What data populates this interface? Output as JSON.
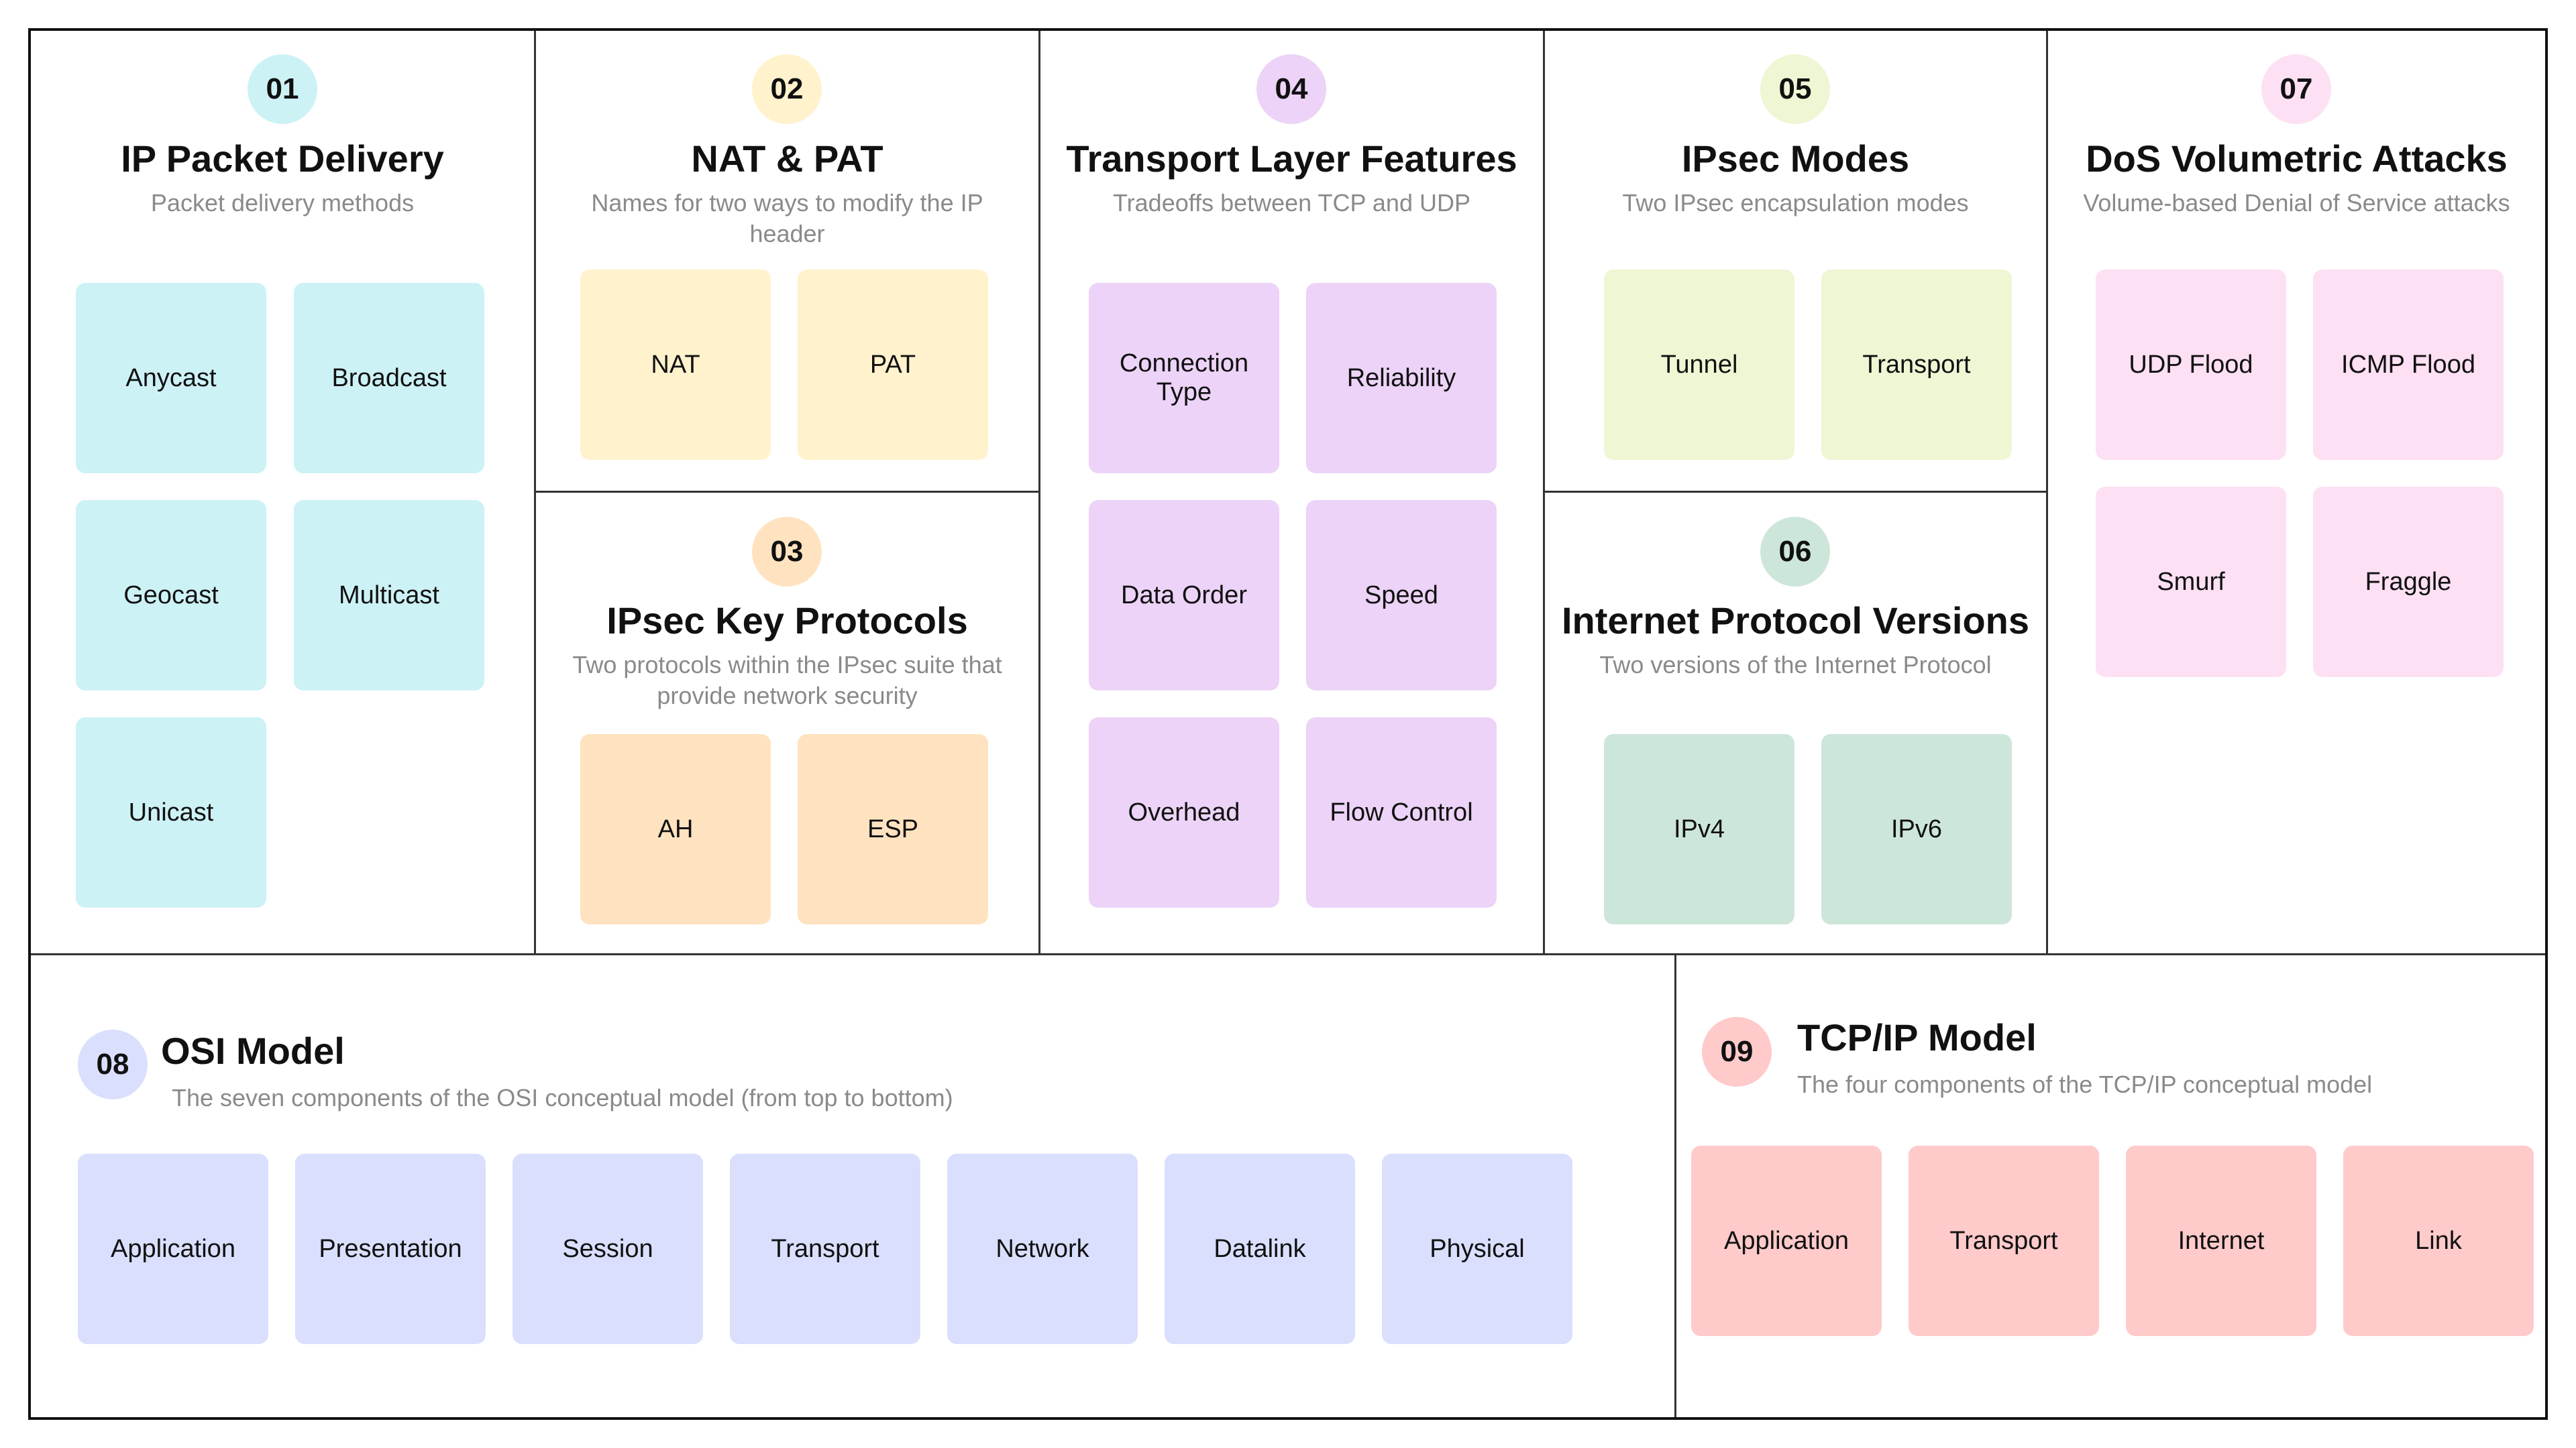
{
  "colors": {
    "cyan": "#cdf2f5",
    "yellow": "#fff2cd",
    "orange": "#ffe3c0",
    "purple": "#ecd3f7",
    "lime": "#eef6d4",
    "green": "#cde6da",
    "pink": "#fde0f3",
    "blue": "#dadffd",
    "red": "#ffcaca"
  },
  "sections": {
    "s01": {
      "number": "01",
      "title": "IP Packet Delivery",
      "subtitle": "Packet delivery methods",
      "items": [
        "Anycast",
        "Broadcast",
        "Geocast",
        "Multicast",
        "Unicast"
      ]
    },
    "s02": {
      "number": "02",
      "title": "NAT & PAT",
      "subtitle": "Names for two ways to modify the IP header",
      "items": [
        "NAT",
        "PAT"
      ]
    },
    "s03": {
      "number": "03",
      "title": "IPsec Key Protocols",
      "subtitle": "Two protocols within the IPsec suite that provide network security",
      "items": [
        "AH",
        "ESP"
      ]
    },
    "s04": {
      "number": "04",
      "title": "Transport Layer Features",
      "subtitle": "Tradeoffs between TCP and UDP",
      "items": [
        "Connection Type",
        "Reliability",
        "Data Order",
        "Speed",
        "Overhead",
        "Flow Control"
      ]
    },
    "s05": {
      "number": "05",
      "title": "IPsec Modes",
      "subtitle": "Two IPsec encapsulation modes",
      "items": [
        "Tunnel",
        "Transport"
      ]
    },
    "s06": {
      "number": "06",
      "title": "Internet Protocol Versions",
      "subtitle": "Two versions of the Internet Protocol",
      "items": [
        "IPv4",
        "IPv6"
      ]
    },
    "s07": {
      "number": "07",
      "title": "DoS Volumetric Attacks",
      "subtitle": "Volume-based Denial of Service attacks",
      "items": [
        "UDP Flood",
        "ICMP Flood",
        "Smurf",
        "Fraggle"
      ]
    },
    "s08": {
      "number": "08",
      "title": "OSI Model",
      "subtitle": "The seven components of the OSI conceptual model (from top to bottom)",
      "items": [
        "Application",
        "Presentation",
        "Session",
        "Transport",
        "Network",
        "Datalink",
        "Physical"
      ]
    },
    "s09": {
      "number": "09",
      "title": "TCP/IP Model",
      "subtitle": "The four components of the TCP/IP conceptual model",
      "items": [
        "Application",
        "Transport",
        "Internet",
        "Link"
      ]
    }
  }
}
